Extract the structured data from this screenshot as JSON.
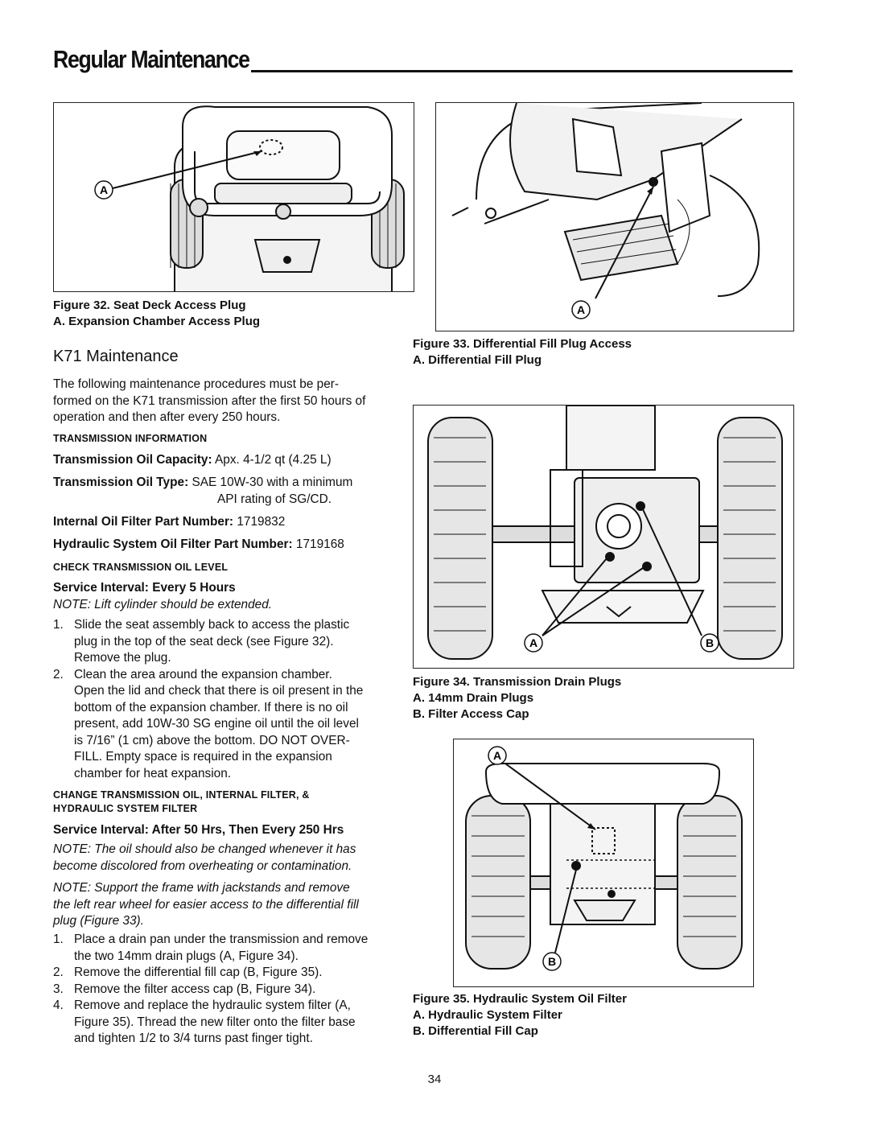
{
  "header": {
    "title": "Regular Maintenance"
  },
  "fig32": {
    "callouts": [
      "A"
    ],
    "caption": [
      "Figure 32.  Seat Deck Access Plug",
      "A.  Expansion Chamber Access Plug"
    ]
  },
  "fig33": {
    "callouts": [
      "A"
    ],
    "caption": [
      "Figure 33.  Differential Fill Plug Access",
      "A.  Differential Fill Plug"
    ]
  },
  "fig34": {
    "callouts": [
      "A",
      "B"
    ],
    "caption": [
      "Figure 34.  Transmission Drain Plugs",
      "A.  14mm Drain Plugs",
      "B.  Filter Access Cap"
    ]
  },
  "fig35": {
    "callouts": [
      "A",
      "B"
    ],
    "caption": [
      "Figure 35.  Hydraulic System Oil Filter",
      "A.  Hydraulic System Filter",
      "B.  Differential Fill Cap"
    ]
  },
  "section": {
    "title": "K71 Maintenance",
    "intro": "The following maintenance procedures must be performed on the K71 transmission after the first 50 hours of operation and then after every 250 hours.",
    "intro_lines": [
      "The following maintenance procedures must be per-",
      "formed on the K71 transmission after the first 50 hours of",
      "operation and then after every 250 hours."
    ],
    "trans_info_heading": "TRANSMISSION INFORMATION",
    "oil_capacity_label": "Transmission Oil Capacity:",
    "oil_capacity_value": " Apx. 4-1/2 qt (4.25 L)",
    "oil_type_label": "Transmission Oil Type:",
    "oil_type_value": " SAE 10W-30 with a minimum",
    "oil_type_value2": "API rating of SG/CD.",
    "internal_filter_label": "Internal Oil Filter Part Number:",
    "internal_filter_value": " 1719832",
    "hyd_filter_label": "Hydraulic System Oil Filter Part Number:",
    "hyd_filter_value": " 1719168",
    "check_heading": "CHECK TRANSMISSION OIL LEVEL",
    "check_interval": "Service Interval: Every 5 Hours",
    "check_note": "NOTE: Lift cylinder should be extended.",
    "check_steps": [
      {
        "num": "1.",
        "lines": [
          "Slide the seat assembly back to access the plastic",
          "plug in the top of the seat deck (see Figure 32).",
          "Remove the plug."
        ]
      },
      {
        "num": "2.",
        "lines": [
          "Clean the area around the expansion chamber.",
          "Open the lid and check that there is oil present in the",
          "bottom of the expansion chamber.  If there is no oil",
          "present, add 10W-30 SG engine oil until the oil level",
          "is 7/16” (1 cm) above the bottom.  DO NOT OVER-",
          "FILL.  Empty space is required in the expansion",
          "chamber for heat expansion."
        ]
      }
    ],
    "change_heading_1": "CHANGE TRANSMISSION OIL, INTERNAL FILTER, &",
    "change_heading_2": "HYDRAULIC SYSTEM FILTER",
    "change_interval": "Service Interval: After 50 Hrs, Then Every 250 Hrs",
    "change_note1": [
      "NOTE: The oil should also be changed whenever it has",
      "become discolored from overheating or contamination."
    ],
    "change_note2": [
      "NOTE: Support the frame with jackstands and remove",
      "the left rear wheel for easier access to the differential fill",
      "plug (Figure 33)."
    ],
    "change_steps": [
      {
        "num": "1.",
        "lines": [
          "Place a drain pan under the transmission and remove",
          "the two 14mm drain plugs (A, Figure 34)."
        ]
      },
      {
        "num": "2.",
        "lines": [
          "Remove the differential fill cap (B, Figure 35)."
        ]
      },
      {
        "num": "3.",
        "lines": [
          "Remove the filter access cap (B, Figure 34)."
        ]
      },
      {
        "num": "4.",
        "lines": [
          "Remove and replace the hydraulic system filter (A,",
          "Figure 35).  Thread the new filter onto the filter base",
          "and tighten 1/2 to 3/4 turns past finger tight."
        ]
      }
    ]
  },
  "page_number": "34"
}
